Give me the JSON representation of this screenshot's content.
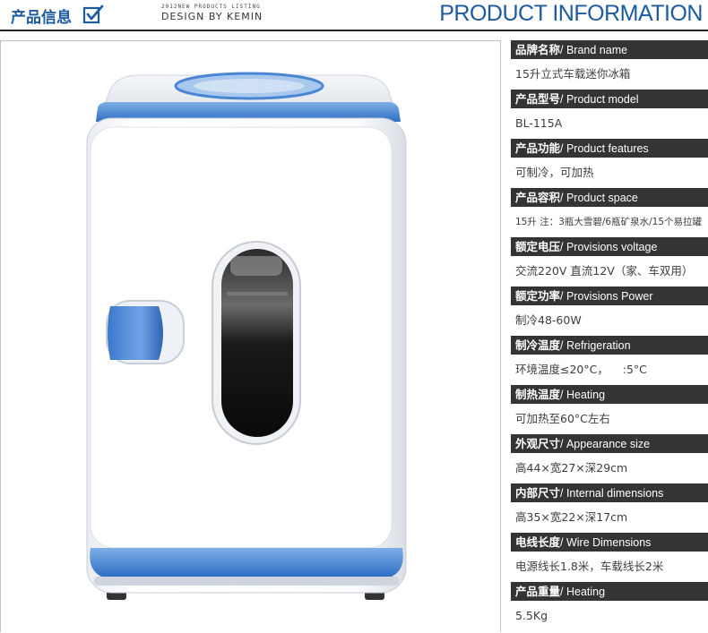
{
  "header": {
    "title_cn": "产品信息",
    "icon": "check-box-icon",
    "small_text": "2012NEW PRODUCTS LISTING",
    "design_text": "DESIGN BY KEMIN",
    "title_en": "PRODUCT INFORMATION"
  },
  "colors": {
    "brand_blue": "#1d5aa0",
    "label_bg": "#343434",
    "fridge_blue": "#3f7fd0"
  },
  "image": {
    "icon": "mini-fridge-illustration"
  },
  "specs": [
    {
      "label_cn": "品牌名称",
      "label_en": "/ Brand name",
      "value": "15升立式车载迷你冰箱"
    },
    {
      "label_cn": "产品型号",
      "label_en": "/ Product model",
      "value": "BL-115A"
    },
    {
      "label_cn": "产品功能",
      "label_en": "/ Product features",
      "value": "可制冷，可加热"
    },
    {
      "label_cn": "产品容积",
      "label_en": "/ Product space",
      "value": "15升 注：3瓶大雪碧/6瓶矿泉水/15个易拉罐"
    },
    {
      "label_cn": "额定电压",
      "label_en": "/ Provisions voltage",
      "value": "交流220V 直流12V（家、车双用）"
    },
    {
      "label_cn": "额定功率",
      "label_en": "/ Provisions Power",
      "value": "制冷48-60W"
    },
    {
      "label_cn": "制冷温度",
      "label_en": "/ Refrigeration",
      "value": "环境温度≤20°C，    :5°C"
    },
    {
      "label_cn": "制热温度",
      "label_en": "/ Heating",
      "value": "可加热至60°C左右"
    },
    {
      "label_cn": "外观尺寸",
      "label_en": "/ Appearance size",
      "value": "高44×宽27×深29cm"
    },
    {
      "label_cn": "内部尺寸",
      "label_en": "/ Internal dimensions",
      "value": "高35×宽22×深17cm"
    },
    {
      "label_cn": "电线长度",
      "label_en": "/ Wire Dimensions",
      "value": "电源线长1.8米，车载线长2米"
    },
    {
      "label_cn": "产品重量",
      "label_en": "/ Heating",
      "value": "5.5Kg"
    }
  ]
}
